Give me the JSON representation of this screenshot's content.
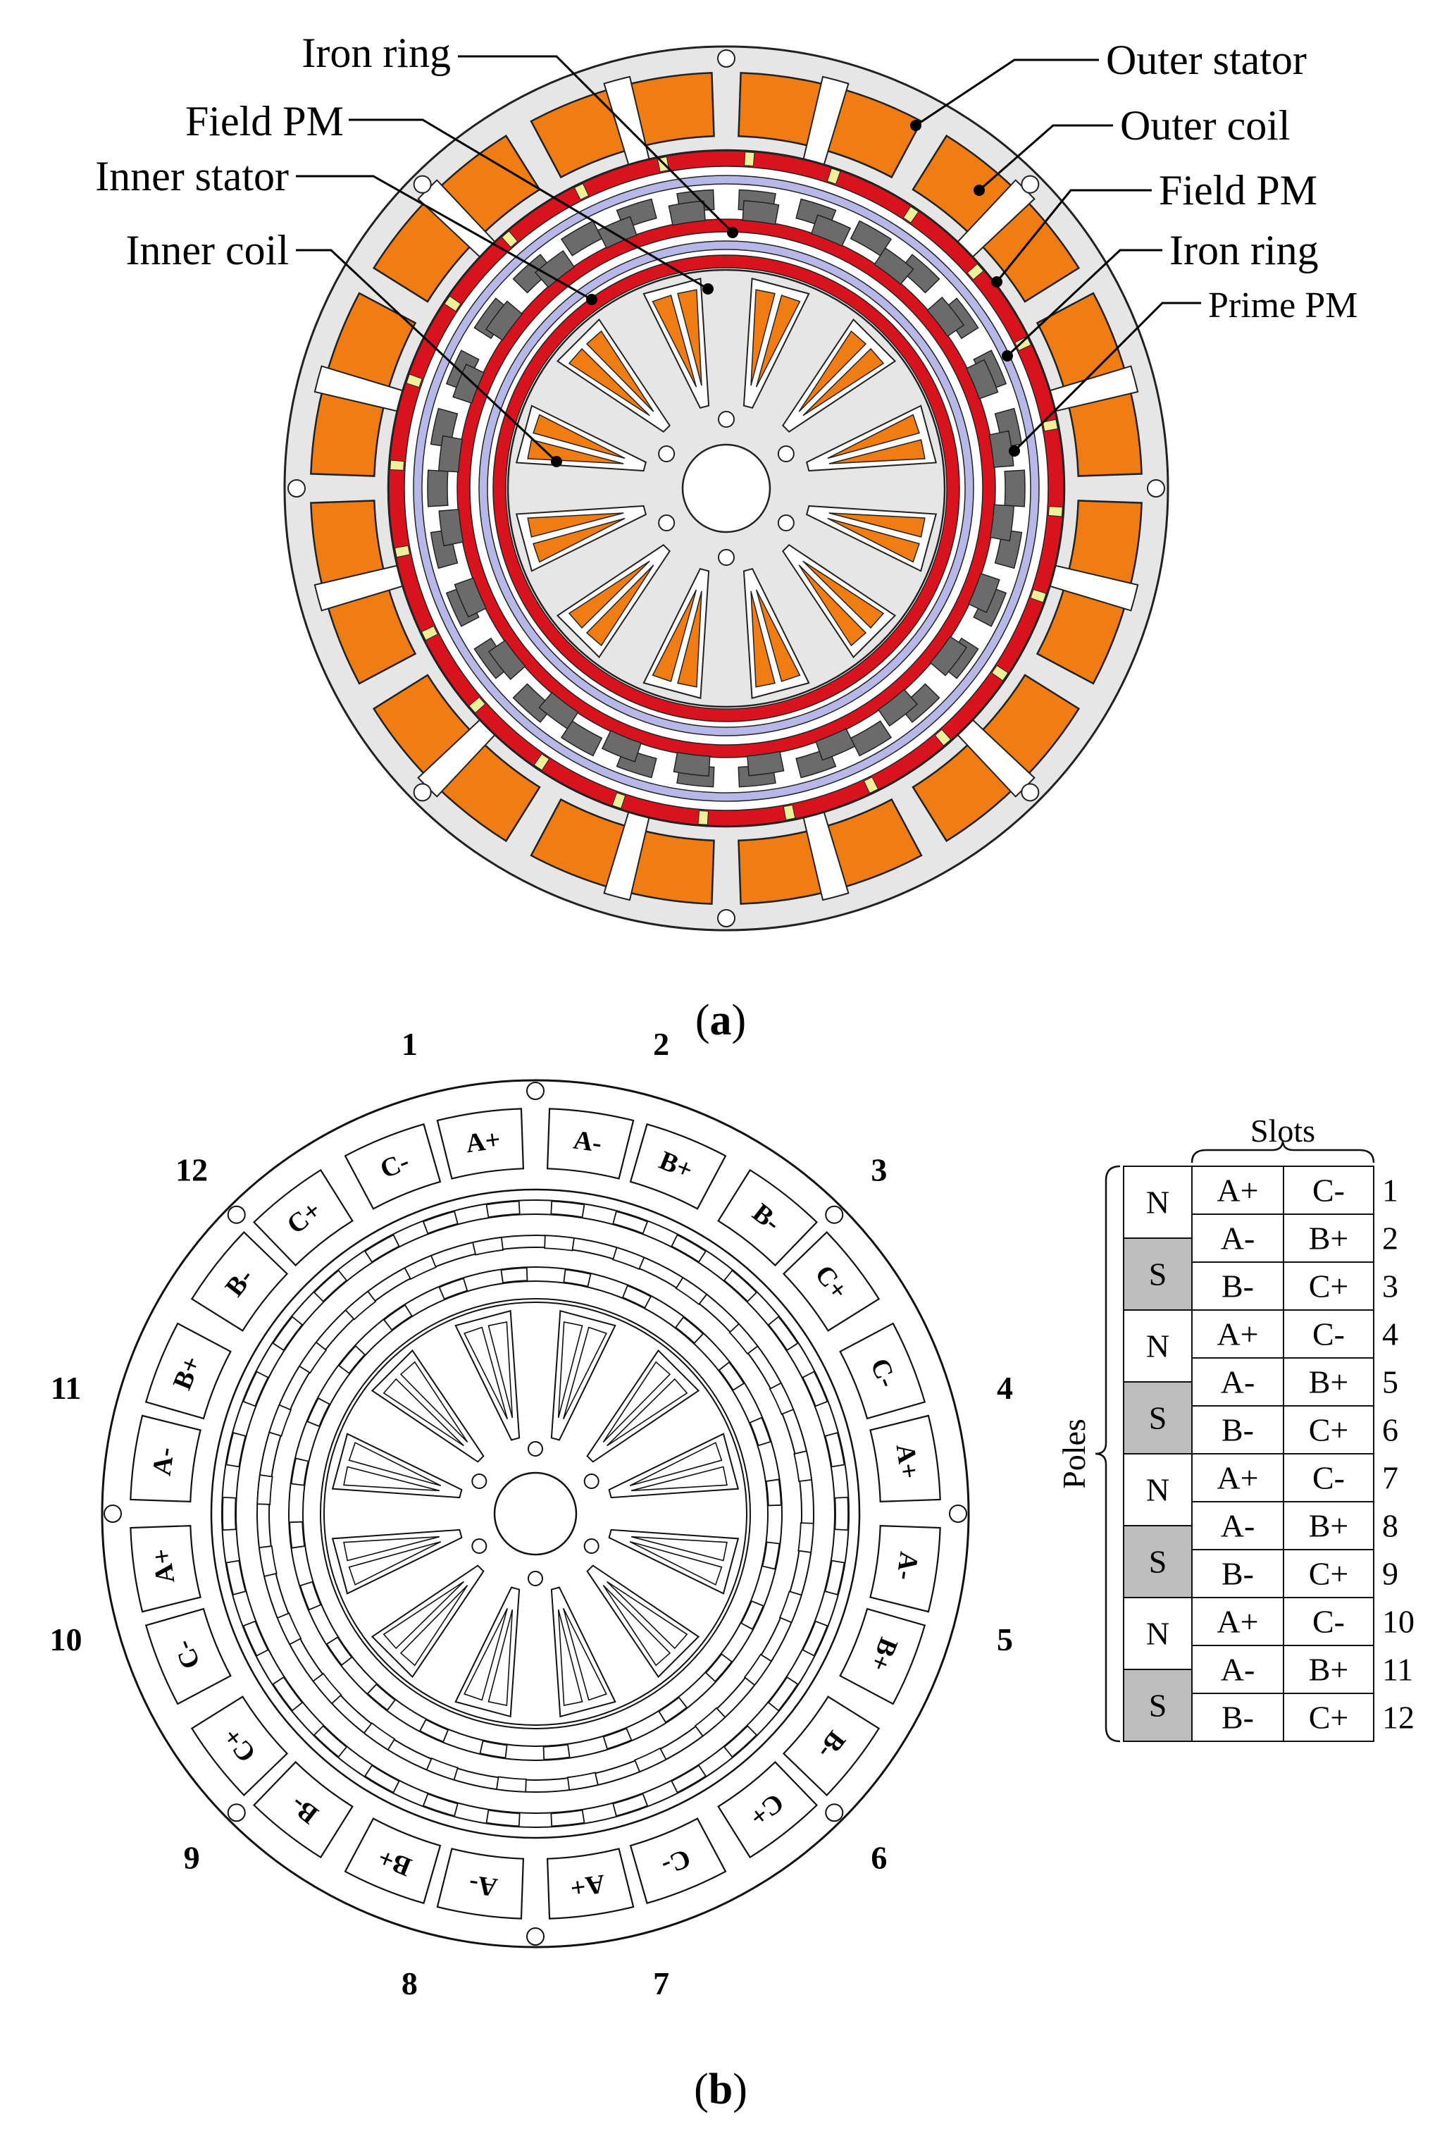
{
  "figure_a": {
    "caption": "(a)",
    "caption_letter": "a",
    "labels": {
      "iron_ring_top": "Iron ring",
      "field_pm_left": "Field PM",
      "inner_stator": "Inner stator",
      "inner_coil": "Inner coil",
      "outer_stator": "Outer stator",
      "outer_coil": "Outer coil",
      "field_pm_right": "Field PM",
      "iron_ring_right": "Iron ring",
      "prime_pm": "Prime PM"
    },
    "colors": {
      "stator": "#e6e6e6",
      "coil": "#f07c14",
      "field_pm": "#d7131d",
      "iron_ring": "#b8b8e8",
      "prime_pm": "#6b6b6b",
      "spacer": "#f0f09a"
    }
  },
  "figure_b": {
    "caption": "(b)",
    "caption_letter": "b",
    "slot_numbers": [
      "1",
      "2",
      "3",
      "4",
      "5",
      "6",
      "7",
      "8",
      "9",
      "10",
      "11",
      "12"
    ],
    "slot_phases": [
      [
        "C-",
        "A+"
      ],
      [
        "A-",
        "B+"
      ],
      [
        "B-",
        "C+"
      ],
      [
        "C-",
        "A+"
      ],
      [
        "A-",
        "B+"
      ],
      [
        "B-",
        "C+"
      ],
      [
        "C-",
        "A+"
      ],
      [
        "A-",
        "B+"
      ],
      [
        "B-",
        "C+"
      ],
      [
        "C-",
        "A+"
      ],
      [
        "A-",
        "B+"
      ],
      [
        "B-",
        "C+"
      ]
    ]
  },
  "table": {
    "slots_header": "Slots",
    "poles_header": "Poles",
    "poles": [
      "N",
      "S",
      "N",
      "S",
      "N",
      "S",
      "N",
      "S"
    ],
    "rows": [
      {
        "c1": "A+",
        "c2": "C-",
        "num": "1"
      },
      {
        "c1": "A-",
        "c2": "B+",
        "num": "2"
      },
      {
        "c1": "B-",
        "c2": "C+",
        "num": "3"
      },
      {
        "c1": "A+",
        "c2": "C-",
        "num": "4"
      },
      {
        "c1": "A-",
        "c2": "B+",
        "num": "5"
      },
      {
        "c1": "B-",
        "c2": "C+",
        "num": "6"
      },
      {
        "c1": "A+",
        "c2": "C-",
        "num": "7"
      },
      {
        "c1": "A-",
        "c2": "B+",
        "num": "8"
      },
      {
        "c1": "B-",
        "c2": "C+",
        "num": "9"
      },
      {
        "c1": "A+",
        "c2": "C-",
        "num": "10"
      },
      {
        "c1": "A-",
        "c2": "B+",
        "num": "11"
      },
      {
        "c1": "B-",
        "c2": "C+",
        "num": "12"
      }
    ],
    "colors": {
      "south_fill": "#bdbdbd",
      "north_fill": "#ffffff"
    }
  }
}
